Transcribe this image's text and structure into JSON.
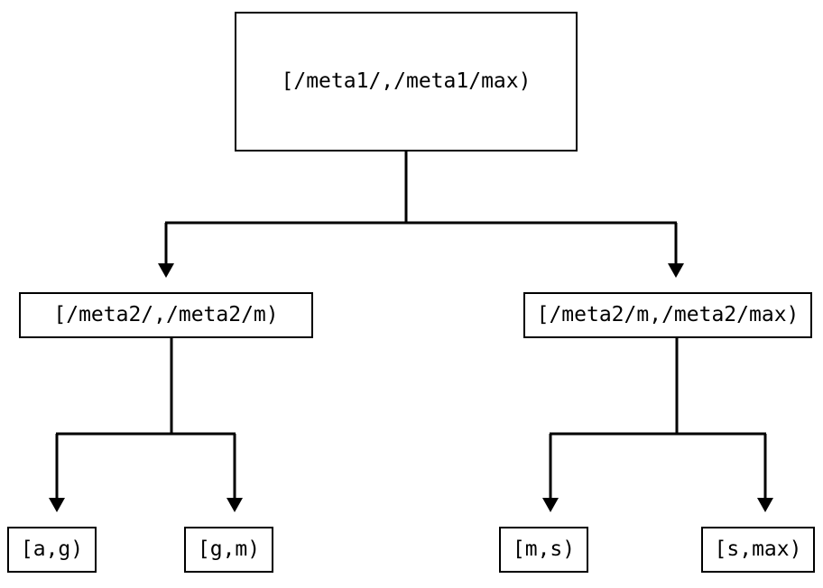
{
  "diagram": {
    "type": "tree",
    "title": "",
    "background_color": "#ffffff",
    "line_color": "#000000",
    "text_color": "#000000",
    "nodes": {
      "root": {
        "label": "[/meta1/,/meta1/max)",
        "level": 0
      },
      "meta2_low": {
        "label": "[/meta2/,/meta2/m)",
        "level": 1
      },
      "meta2_high": {
        "label": "[/meta2/m,/meta2/max)",
        "level": 1
      },
      "leaf_ag": {
        "label": "[a,g)",
        "level": 2
      },
      "leaf_gm": {
        "label": "[g,m)",
        "level": 2
      },
      "leaf_ms": {
        "label": "[m,s)",
        "level": 2
      },
      "leaf_smax": {
        "label": "[s,max)",
        "level": 2
      }
    },
    "edges": [
      {
        "from": "root",
        "to": "meta2_low",
        "arrow": "down"
      },
      {
        "from": "root",
        "to": "meta2_high",
        "arrow": "down"
      },
      {
        "from": "meta2_low",
        "to": "leaf_ag",
        "arrow": "down"
      },
      {
        "from": "meta2_low",
        "to": "leaf_gm",
        "arrow": "down"
      },
      {
        "from": "meta2_high",
        "to": "leaf_ms",
        "arrow": "down"
      },
      {
        "from": "meta2_high",
        "to": "leaf_smax",
        "arrow": "down"
      }
    ]
  }
}
